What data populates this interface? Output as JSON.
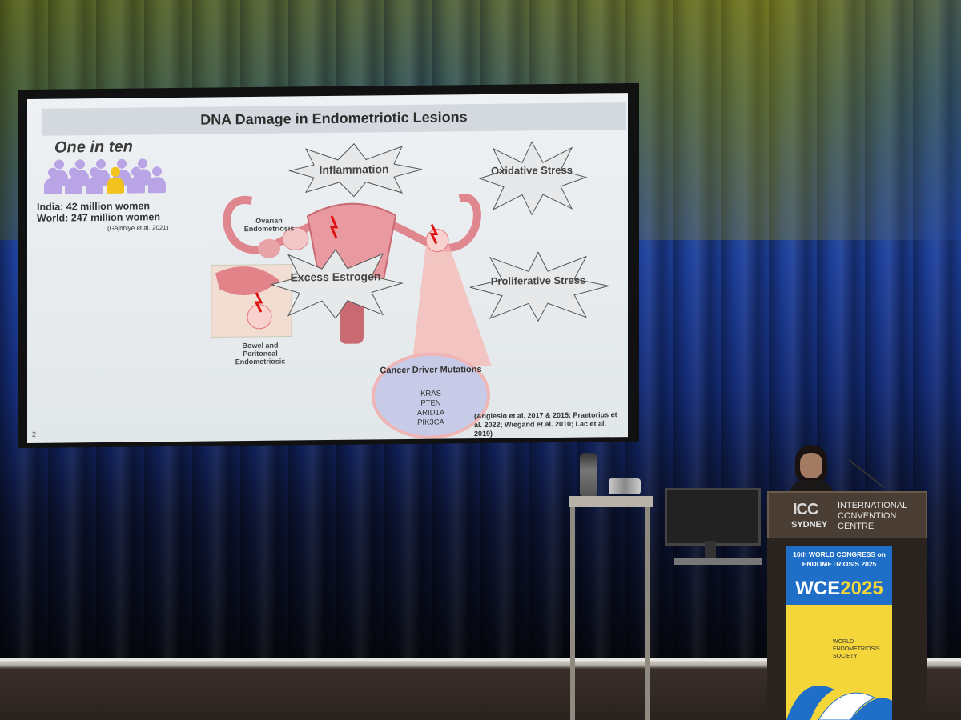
{
  "slide": {
    "title": "DNA Damage in Endometriotic Lesions",
    "prevalence_heading": "One in ten",
    "prevalence_india": "India: 42 million women",
    "prevalence_world": "World: 247 million women",
    "prevalence_citation": "(Gajbhiye et al. 2021)",
    "stressors": [
      "Inflammation",
      "Oxidative Stress",
      "Excess Estrogen",
      "Proliferative Stress"
    ],
    "anatomy_labels": {
      "ovarian": "Ovarian Endometriosis",
      "bowel": "Bowel and Peritoneal Endometriosis"
    },
    "mutations": {
      "title": "Cancer Driver Mutations",
      "genes": [
        "KRAS",
        "PTEN",
        "ARID1A",
        "PIK3CA"
      ]
    },
    "references": "(Anglesio et al. 2017 & 2015; Praetorius et al. 2022; Wiegand et al. 2010; Lac et al. 2019)",
    "slide_number": "2"
  },
  "venue": {
    "icc_logo": "ICC",
    "icc_city": "SYDNEY",
    "icc_name_line1": "INTERNATIONAL",
    "icc_name_line2": "CONVENTION",
    "icc_name_line3": "CENTRE",
    "congress_line1": "16th WORLD CONGRESS on",
    "congress_line2": "ENDOMETRIOSIS 2025",
    "wce_text": "WCE",
    "wce_year": "2025",
    "society_line1": "WORLD",
    "society_line2": "ENDOMETRIOSIS",
    "society_line3": "SOCIETY"
  },
  "colors": {
    "slide_background": "#e8ecef",
    "highlight_person": "#f2c21f",
    "person": "#b9a4e6",
    "sign_yellow": "#f4d63a",
    "sign_blue": "#1f6fc9",
    "curtain_blue": "#1d3f9b"
  }
}
